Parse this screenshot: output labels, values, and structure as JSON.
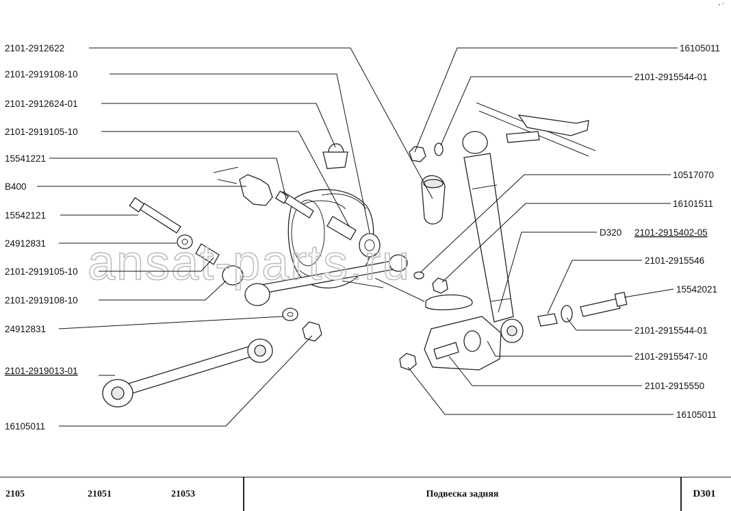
{
  "corner_mark": "•^",
  "watermark": "ansat-parts.ru",
  "labels_left": [
    {
      "text": "2101-2912622",
      "underline": false
    },
    {
      "text": "2101-2919108-10",
      "underline": false
    },
    {
      "text": "2101-2912624-01",
      "underline": false
    },
    {
      "text": "2101-2919105-10",
      "underline": false
    },
    {
      "text": "15541221",
      "underline": false
    },
    {
      "text": "B400",
      "underline": false
    },
    {
      "text": "15542121",
      "underline": false
    },
    {
      "text": "24912831",
      "underline": false
    },
    {
      "text": "2101-2919105-10",
      "underline": false
    },
    {
      "text": "2101-2919108-10",
      "underline": false
    },
    {
      "text": "24912831",
      "underline": false
    },
    {
      "text": "2101-2919013-01",
      "underline": true
    },
    {
      "text": "16105011",
      "underline": false
    }
  ],
  "labels_right": [
    {
      "text": "16105011",
      "underline": false
    },
    {
      "text": "2101-2915544-01",
      "underline": false
    },
    {
      "text": "10517070",
      "underline": false
    },
    {
      "text": "16101511",
      "underline": false
    },
    {
      "text": "D320",
      "underline": false
    },
    {
      "text": "2101-2915402-05",
      "underline": true
    },
    {
      "text": "2101-2915546",
      "underline": false
    },
    {
      "text": "15542021",
      "underline": false
    },
    {
      "text": "2101-2915544-01",
      "underline": false
    },
    {
      "text": "2101-2915547-10",
      "underline": false
    },
    {
      "text": "2101-2915550",
      "underline": false
    },
    {
      "text": "16105011",
      "underline": false
    }
  ],
  "footer": {
    "models": [
      "2105",
      "21051",
      "21053"
    ],
    "title": "Подвеска задняя",
    "code": "D301"
  }
}
